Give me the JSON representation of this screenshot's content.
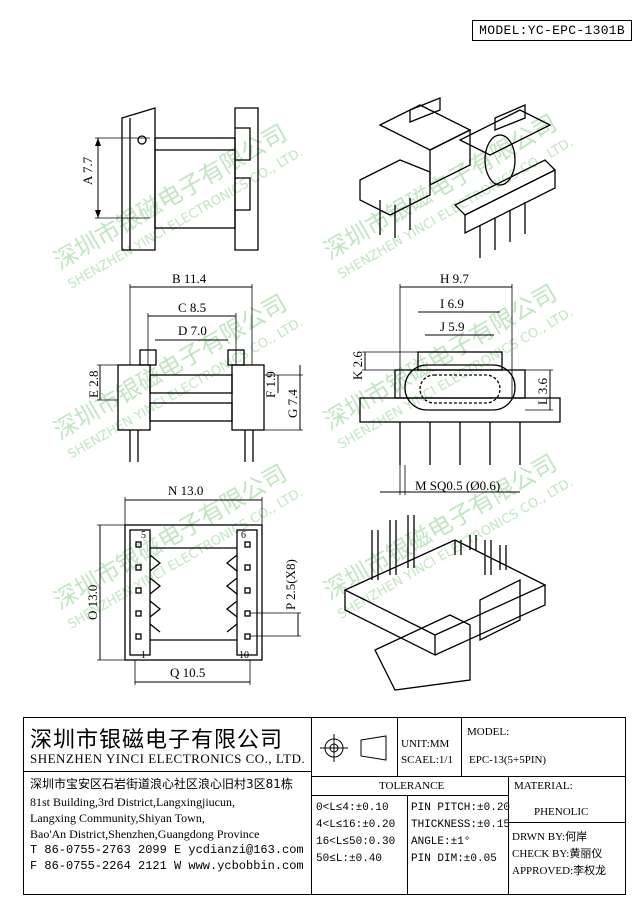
{
  "header": {
    "model_label": "MODEL:YC-EPC-1301B"
  },
  "dimensions": {
    "a": "A 7.7",
    "b": "B 11.4",
    "c": "C 8.5",
    "d": "D 7.0",
    "e": "E 2.8",
    "f": "F 1.9",
    "g": "G 7.4",
    "h": "H 9.7",
    "i": "I 6.9",
    "j": "J 5.9",
    "k": "K 2.6",
    "l": "L 3.6",
    "m": "M SQ0.5 (Ø0.6)",
    "n": "N 13.0",
    "o": "O 13.0",
    "p": "P 2.5(X8)",
    "q": "Q 10.5",
    "pin5": "5",
    "pin6": "6",
    "pin1": "1",
    "pin10": "10"
  },
  "watermark": {
    "cn": "深圳市银磁电子有限公司",
    "en": "SHENZHEN YINCI ELECTRONICS CO., LTD."
  },
  "title_block": {
    "company_cn": "深圳市银磁电子有限公司",
    "company_en": "SHENZHEN YINCI ELECTRONICS CO., LTD.",
    "address_cn": "深圳市宝安区石岩街道浪心社区浪心旧村3区81栋",
    "address_en_1": "81st Building,3rd District,Langxingjiucun,",
    "address_en_2": "Langxing Community,Shiyan Town,",
    "address_en_3": "Bao'An District,Shenzhen,Guangdong Province",
    "tel": "T 86-0755-2763 2099",
    "email": "E ycdianzi@163.com",
    "fax": "F 86-0755-2264 2121",
    "web": "W www.ycbobbin.com",
    "unit": "UNIT:MM",
    "scale": "SCAEL:1/1",
    "model_label": "MODEL:",
    "model_value": "EPC-13(5+5PIN)",
    "tolerance_label": "TOLERANCE",
    "tol": [
      "0<L≤4:±0.10",
      "4<L≤16:±0.20",
      "16<L≤50:0.30",
      "50≤L:±0.40"
    ],
    "pin_tol": [
      "PIN PITCH:±0.20",
      "THICKNESS:±0.15",
      "ANGLE:±1°",
      "PIN DIM:±0.05"
    ],
    "material_label": "MATERIAL:",
    "material_value": "PHENOLIC",
    "drawn_by": "DRWN BY:何岸",
    "check_by": "CHECK BY:黄丽仪",
    "approved": "APPROVED:李权龙"
  }
}
